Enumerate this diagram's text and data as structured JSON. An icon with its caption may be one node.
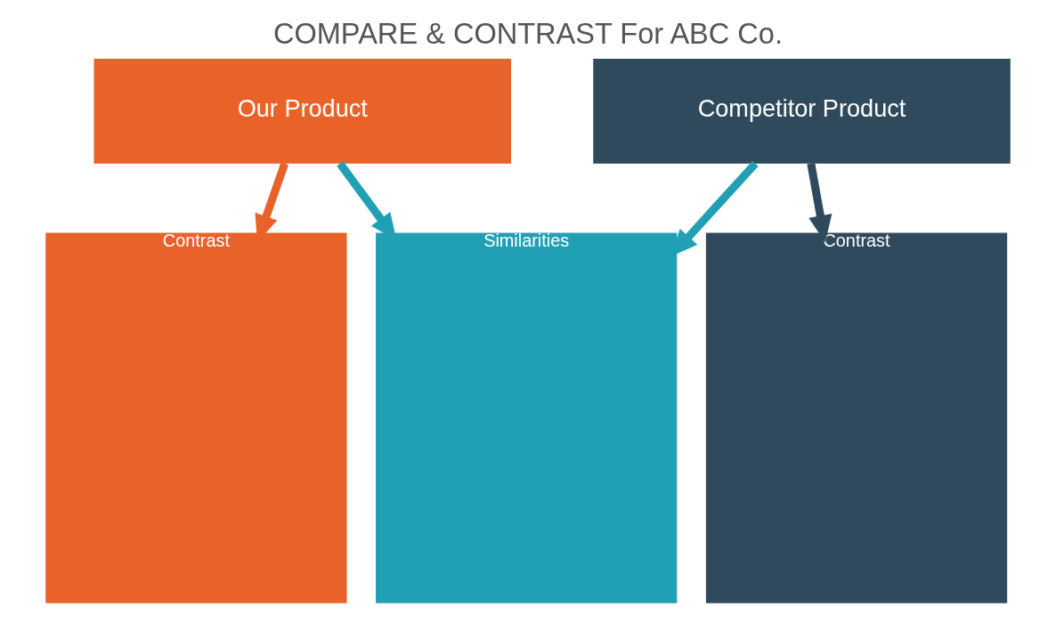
{
  "diagram": {
    "title": "COMPARE & CONTRAST For ABC Co.",
    "nodes": [
      {
        "text": [
          "Our Product"
        ]
      },
      {
        "text": [
          "Competitor Product"
        ]
      },
      {
        "text": [
          "Contrast"
        ]
      },
      {
        "text": [
          "Similarities"
        ]
      },
      {
        "text": [
          "Contrast"
        ]
      }
    ],
    "edges": [
      {
        "from": 0,
        "to": 2,
        "arrow": "to",
        "color": "#e8622a"
      },
      {
        "from": 0,
        "to": 3,
        "arrow": "to"
      },
      {
        "from": 1,
        "to": 3,
        "arrow": "to"
      },
      {
        "from": 1,
        "to": 4,
        "arrow": "to",
        "color": "#2e4a5c"
      }
    ]
  }
}
